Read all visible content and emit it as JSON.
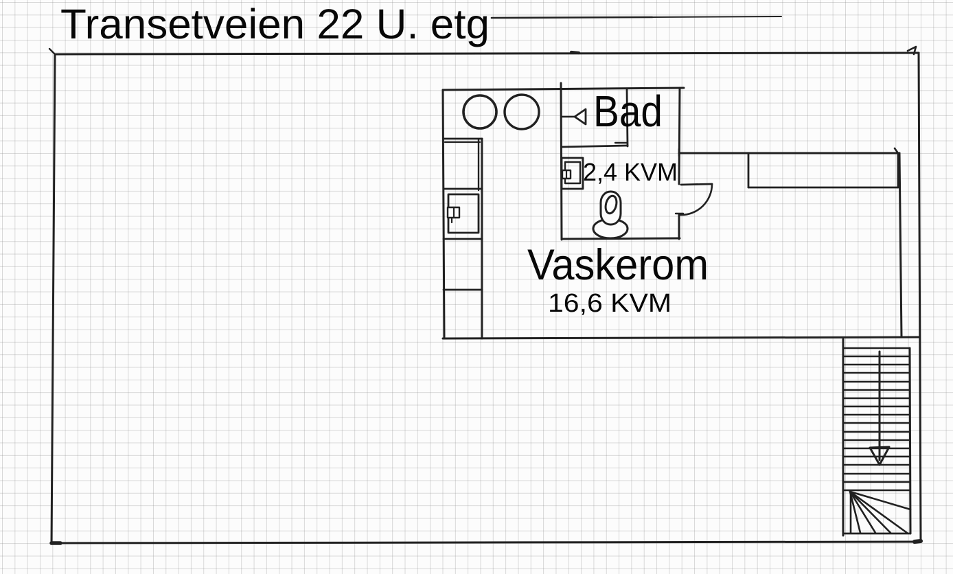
{
  "title": {
    "text": "Transetveien 22 U. etg"
  },
  "rooms": {
    "bad": {
      "name": "Bad",
      "area": "2,4 KVM"
    },
    "vaskerom": {
      "name": "Vaskerom",
      "area": "16,6 KVM"
    }
  },
  "fixtures": {
    "washer_drums": "two-round-machine-tops",
    "kitchen_column": "cabinet-row-with-appliance",
    "shower": "shower-triangle-icon",
    "sink": "wash-basin-icon",
    "toilet": "toilet-top-view-icon",
    "bench": "wall-bench",
    "stairs": "staircase-with-winders",
    "stairs_arrow": "arrow-down-icon",
    "door": "door-swing-arc"
  },
  "colors": {
    "ink": "#212121",
    "paper": "#fcfcfc",
    "grid": "#c4c4c4",
    "text": "#070707"
  }
}
